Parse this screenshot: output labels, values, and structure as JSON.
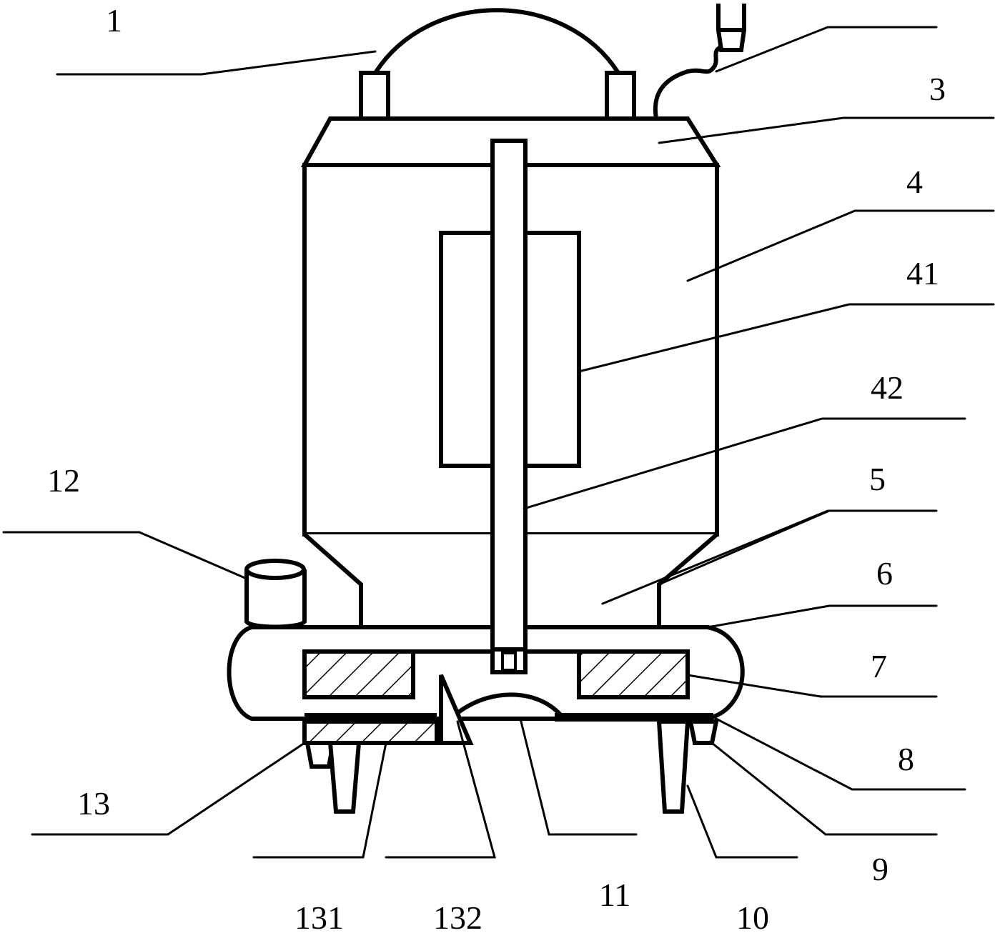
{
  "labels": {
    "l1": "1",
    "l3": "3",
    "l4": "4",
    "l41": "41",
    "l42": "42",
    "l5": "5",
    "l6": "6",
    "l7": "7",
    "l8": "8",
    "l9": "9",
    "l10": "10",
    "l11": "11",
    "l12": "12",
    "l13": "13",
    "l131": "131",
    "l132": "132"
  }
}
